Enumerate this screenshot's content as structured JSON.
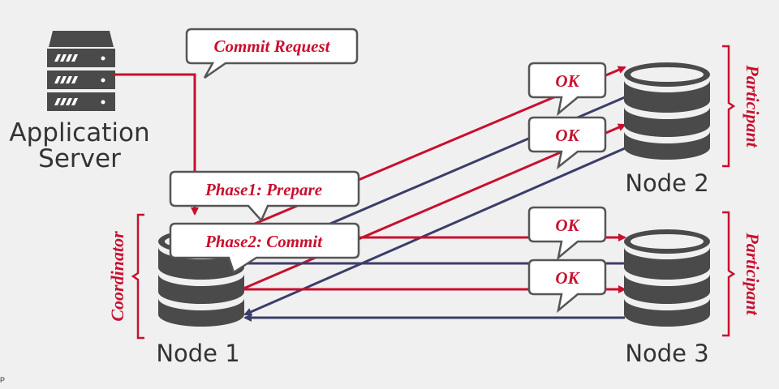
{
  "colors": {
    "red": "#c8102e",
    "navy": "#3b3d6b",
    "dark": "#444444",
    "text": "#333333",
    "bg": "#f0f0f0",
    "callout_bg": "#ffffff"
  },
  "server": {
    "label_line1": "Application",
    "label_line2": "Server"
  },
  "callouts": {
    "commit_request": "Commit Request",
    "phase1": "Phase1: Prepare",
    "phase2": "Phase2: Commit",
    "ok": "OK"
  },
  "nodes": {
    "node1": "Node 1",
    "node2": "Node 2",
    "node3": "Node 3"
  },
  "roles": {
    "coordinator": "Coordinator",
    "participant": "Participant"
  },
  "footer": {
    "mark": "P"
  }
}
